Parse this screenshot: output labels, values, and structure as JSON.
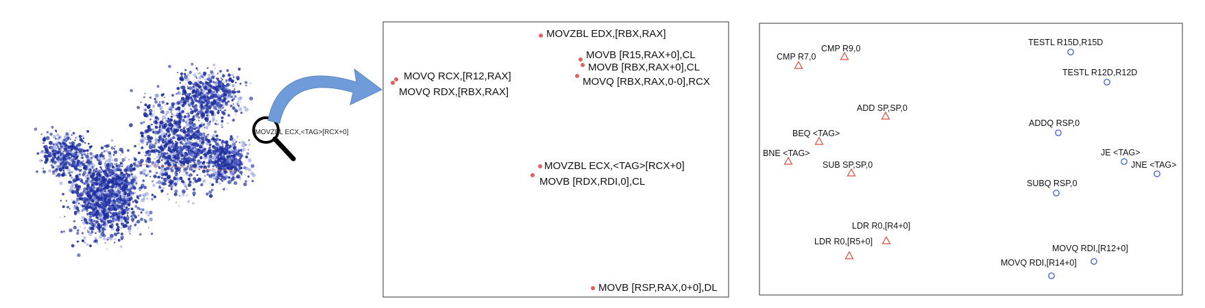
{
  "colors": {
    "cloud": "#1f2f9e",
    "cloud_light": "#6f7fd6",
    "arrow": "#6f9bd8",
    "middle_point": "#e06060",
    "triangle": "#e0483a",
    "circle": "#2d4fd4",
    "frame": "#333333"
  },
  "icons": {
    "zoom": "magnifier-icon",
    "arrow": "curved-arrow-icon"
  },
  "overview": {
    "zoom_label": "MOVZBL ECX,<TAG>[RCX+0]"
  },
  "middle_panel": {
    "items": [
      {
        "label": "MOVZBL EDX,[RBX,RAX]"
      },
      {
        "label": "MOVB [R15,RAX+0],CL"
      },
      {
        "label": "MOVB [RBX,RAX+0],CL"
      },
      {
        "label": "MOVQ [RBX,RAX,0-0],RCX"
      },
      {
        "label": "MOVQ RCX,[R12,RAX]"
      },
      {
        "label": "MOVQ RDX,[RBX,RAX]"
      },
      {
        "label": "MOVZBL ECX,<TAG>[RCX+0]"
      },
      {
        "label": "MOVB [RDX,RDI,0],CL"
      },
      {
        "label": "MOVB [RSP,RAX,0+0],DL"
      }
    ]
  },
  "right_panel": {
    "triangles": [
      {
        "label": "CMP R7,0"
      },
      {
        "label": "CMP R9,0"
      },
      {
        "label": "ADD SP,SP,0"
      },
      {
        "label": "BEQ <TAG>"
      },
      {
        "label": "BNE <TAG>"
      },
      {
        "label": "SUB SP,SP,0"
      },
      {
        "label": "LDR R0,[R4+0]"
      },
      {
        "label": "LDR R0,[R5+0]"
      }
    ],
    "circles": [
      {
        "label": "TESTL R15D,R15D"
      },
      {
        "label": "TESTL R12D,R12D"
      },
      {
        "label": "ADDQ RSP,0"
      },
      {
        "label": "JE <TAG>"
      },
      {
        "label": "JNE <TAG>"
      },
      {
        "label": "SUBQ RSP,0"
      },
      {
        "label": "MOVQ RDI,[R12+0]"
      },
      {
        "label": "MOVQ RDI,[R14+0]"
      }
    ]
  }
}
